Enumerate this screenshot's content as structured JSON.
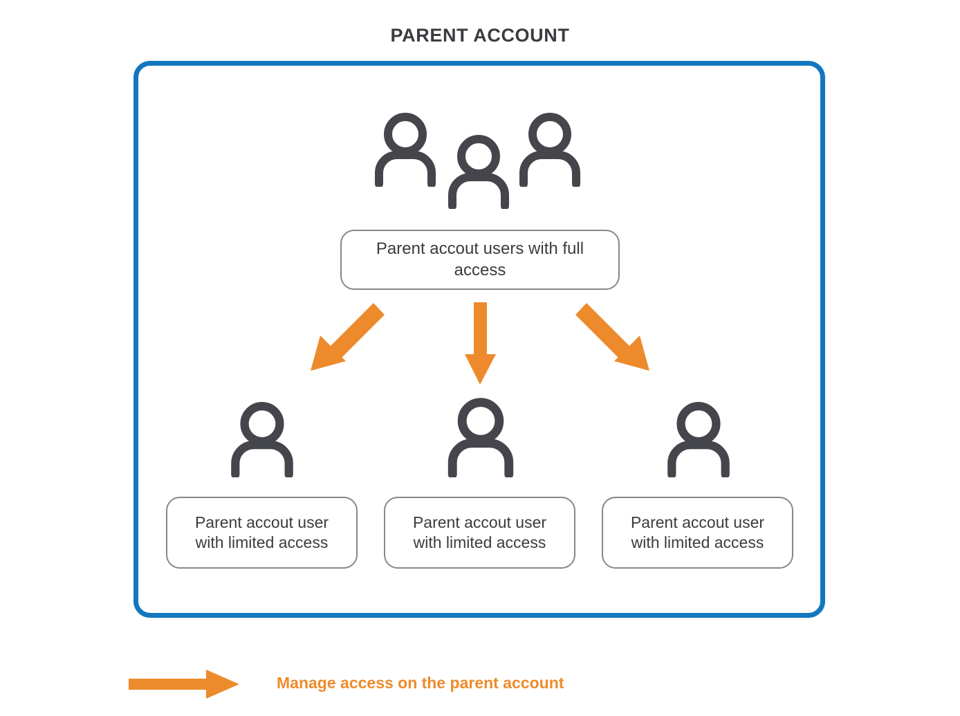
{
  "title": "PARENT ACCOUNT",
  "colors": {
    "frame_blue": "#1277be",
    "arrow_orange": "#ed8b2c",
    "icon_gray": "#45454c",
    "box_border_gray": "#86868d",
    "text_gray": "#3b3b40",
    "background": "#ffffff"
  },
  "full_access": {
    "label": "Parent accout users with full access",
    "icon_count": 3,
    "icon_name": "three-people-icon"
  },
  "limited_access": {
    "boxes": [
      {
        "line1": "Parent accout user",
        "line2": "with limited access",
        "icon_name": "person-icon"
      },
      {
        "line1": "Parent accout user",
        "line2": "with limited access",
        "icon_name": "person-icon"
      },
      {
        "line1": "Parent accout user",
        "line2": "with limited access",
        "icon_name": "person-icon"
      }
    ]
  },
  "arrows": [
    {
      "name": "arrow-down-left",
      "direction": "down-left",
      "from": "full-access",
      "to": "limited-access-1"
    },
    {
      "name": "arrow-down",
      "direction": "down",
      "from": "full-access",
      "to": "limited-access-2"
    },
    {
      "name": "arrow-down-right",
      "direction": "down-right",
      "from": "full-access",
      "to": "limited-access-3"
    }
  ],
  "legend": {
    "arrow_icon_name": "right-arrow-icon",
    "label": "Manage access on the parent account"
  }
}
